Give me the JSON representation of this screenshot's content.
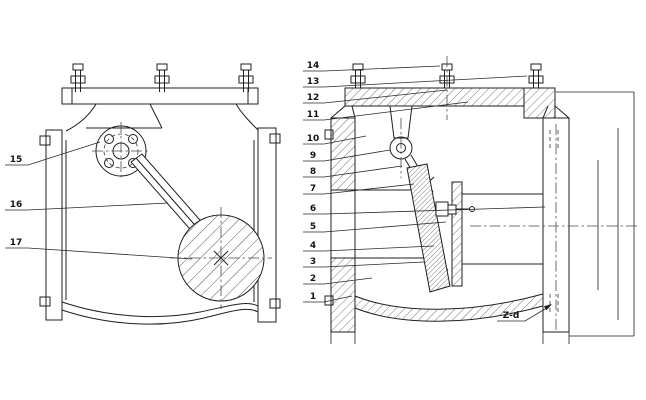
{
  "figure": {
    "colors": {
      "ink": "#1f1f1f",
      "background": "#ffffff"
    },
    "left_view": {
      "callouts": [
        "15",
        "16",
        "17"
      ]
    },
    "section_view": {
      "callouts": [
        "1",
        "2",
        "3",
        "4",
        "5",
        "6",
        "7",
        "8",
        "9",
        "10",
        "11",
        "12",
        "13",
        "14"
      ],
      "bolt_hole_note": "Z-d"
    }
  }
}
